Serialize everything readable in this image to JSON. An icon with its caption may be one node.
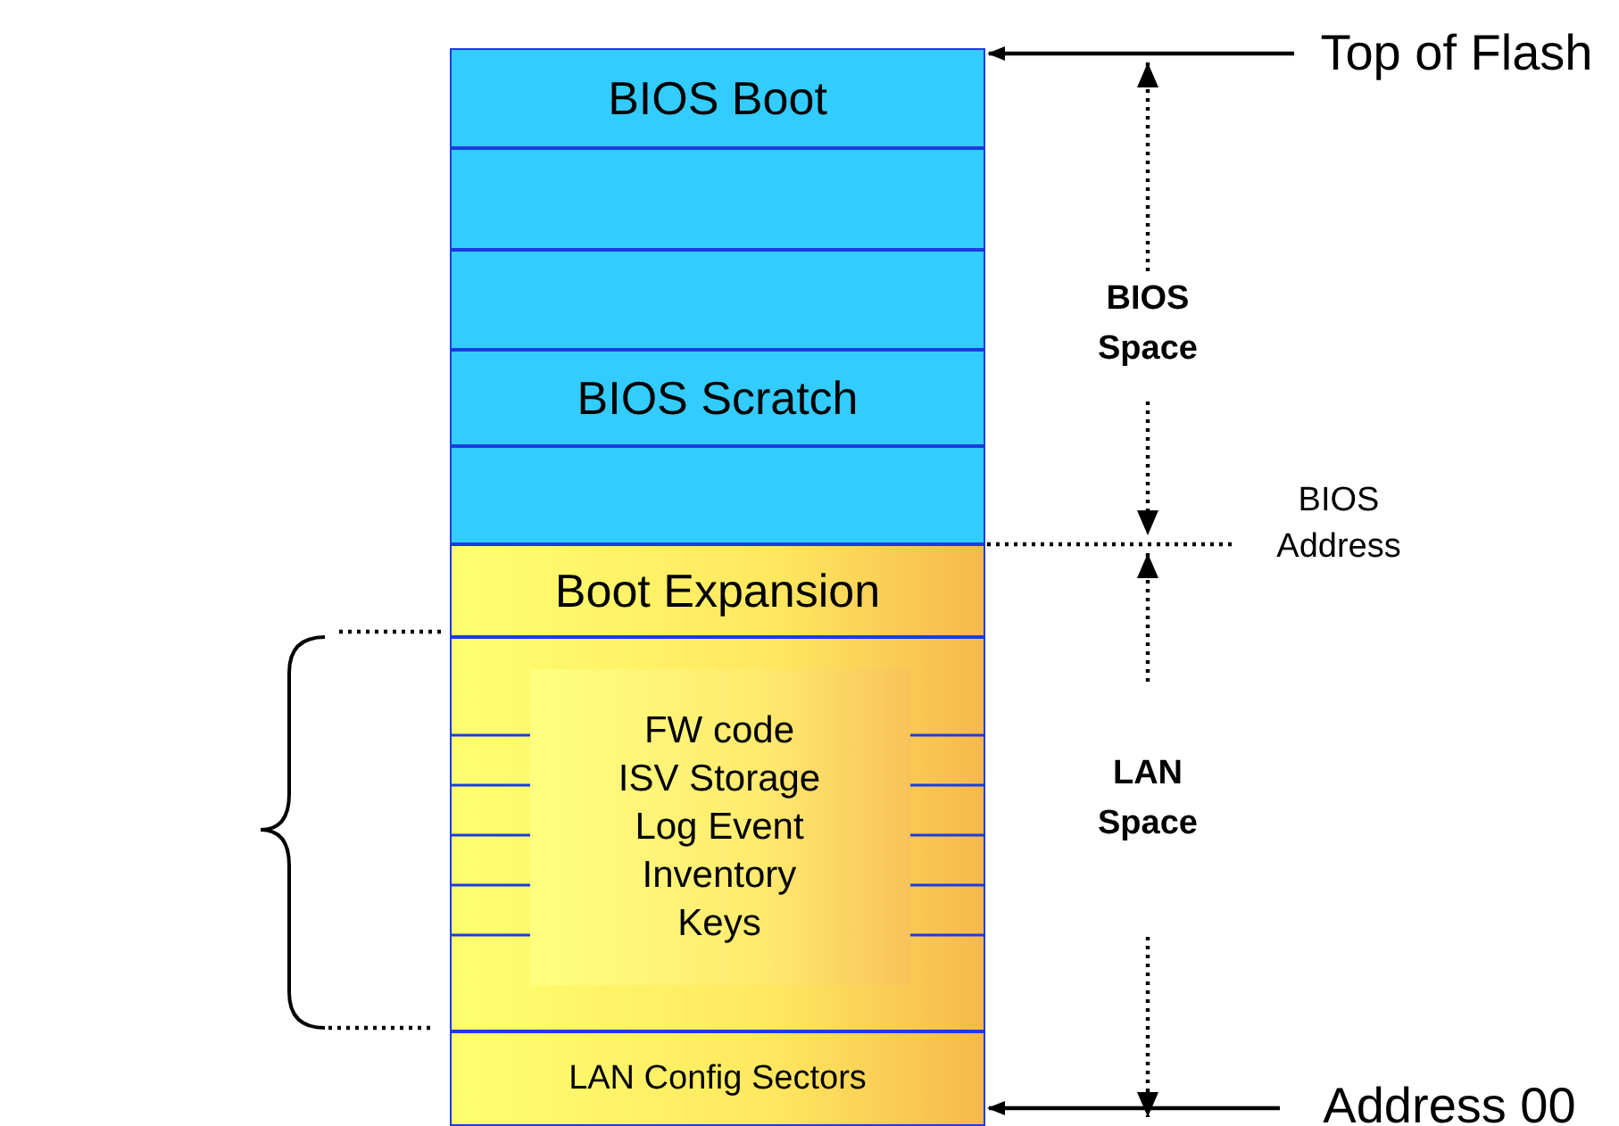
{
  "diagram": {
    "nodes": [
      {
        "text": [
          "BIOS Boot"
        ]
      },
      {
        "text": [],
        "shape": "box"
      },
      {
        "text": [],
        "shape": "box"
      },
      {
        "text": [
          "BIOS Scratch"
        ]
      },
      {
        "text": [],
        "shape": "box"
      },
      {
        "text": [
          "Boot Expansion"
        ]
      },
      {
        "text": [],
        "shape": "box"
      },
      {
        "text": [
          "FW code",
          "ISV Storage",
          "Log Event",
          "Inventory",
          "Keys"
        ],
        "in": 6
      },
      {
        "text": [
          "LAN Config Sectors"
        ]
      },
      {
        "text": [
          "Top of Flash"
        ]
      },
      {
        "text": [
          "Address 00"
        ]
      }
    ],
    "edges": [
      {
        "from": 9,
        "to": 0,
        "arrow": "to"
      },
      {
        "from": 10,
        "to": 8,
        "arrow": "to"
      }
    ],
    "labels": [
      "BIOS Space",
      "BIOS Address",
      "LAN Space"
    ]
  }
}
